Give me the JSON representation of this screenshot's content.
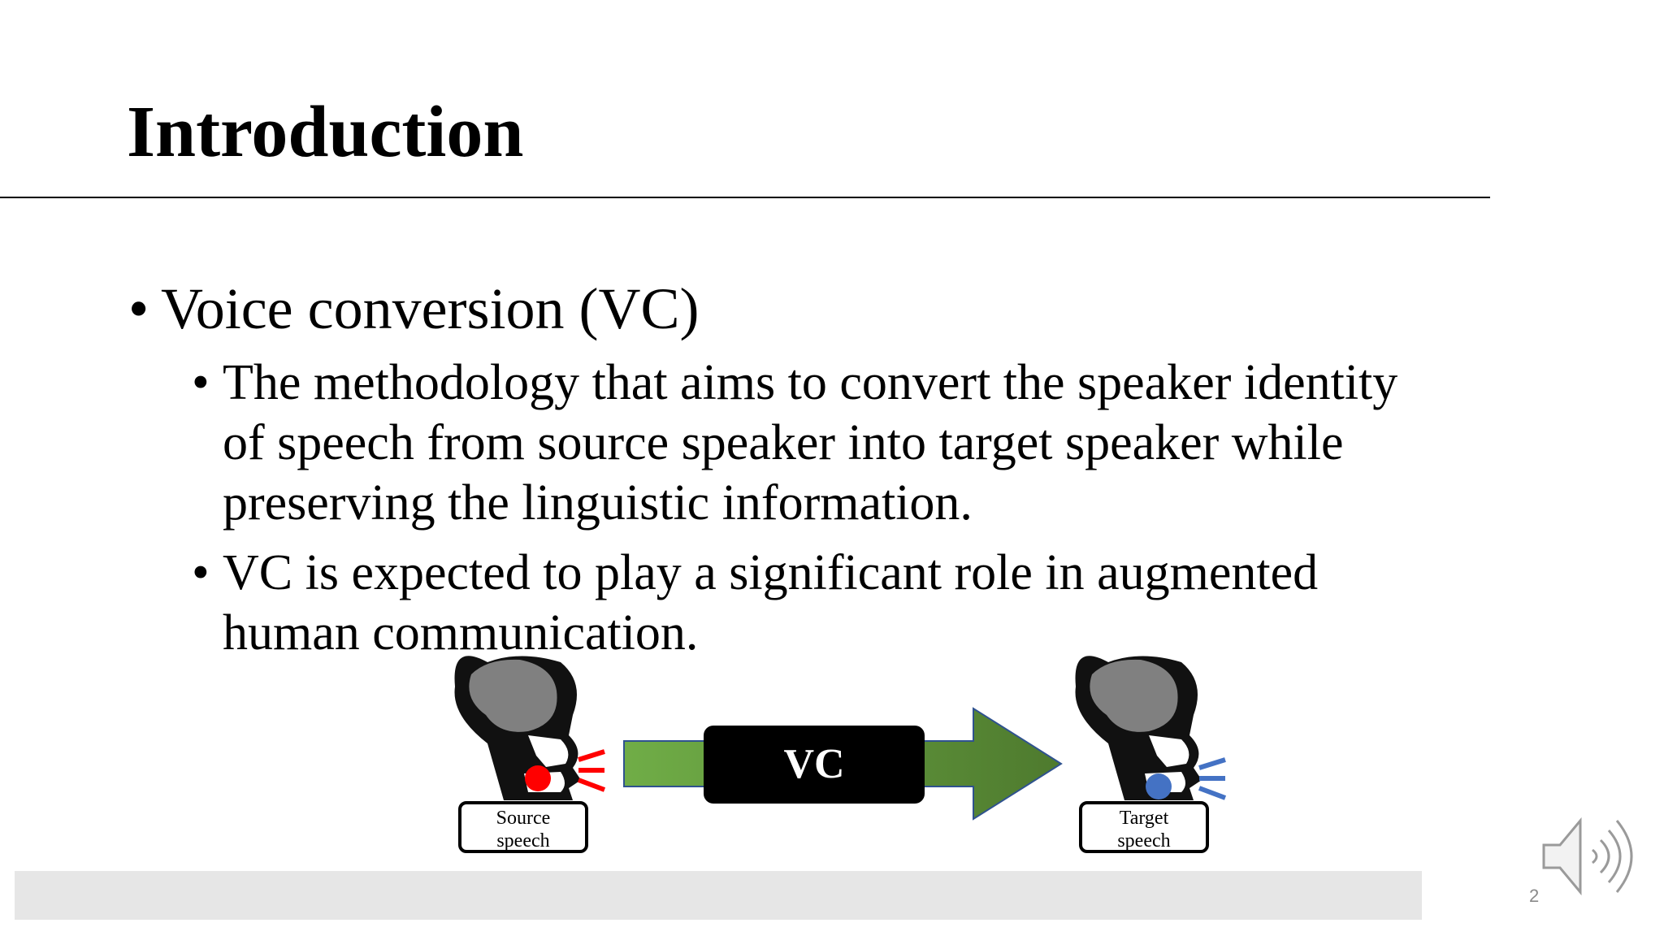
{
  "slide": {
    "title": "Introduction",
    "bullets": [
      {
        "bullet": "•",
        "text": "Voice conversion (VC)"
      }
    ],
    "sub_bullets": [
      {
        "bullet": "•",
        "lines": [
          "The methodology that aims to convert the speaker identity",
          "of speech from source speaker into target speaker while",
          "preserving the linguistic information."
        ]
      },
      {
        "bullet": "•",
        "lines": [
          "VC is expected to play a significant role in augmented",
          "human communication."
        ]
      }
    ],
    "page_number": "2"
  },
  "diagram": {
    "source_label": [
      "Source",
      "speech"
    ],
    "target_label": [
      "Target",
      "speech"
    ],
    "vc_label": "VC",
    "source_color": "#ff0000",
    "target_color": "#4472c4",
    "arrow_light": "#70ad47",
    "arrow_dark": "#548235"
  },
  "icons": {
    "audio": "speaker-icon"
  }
}
